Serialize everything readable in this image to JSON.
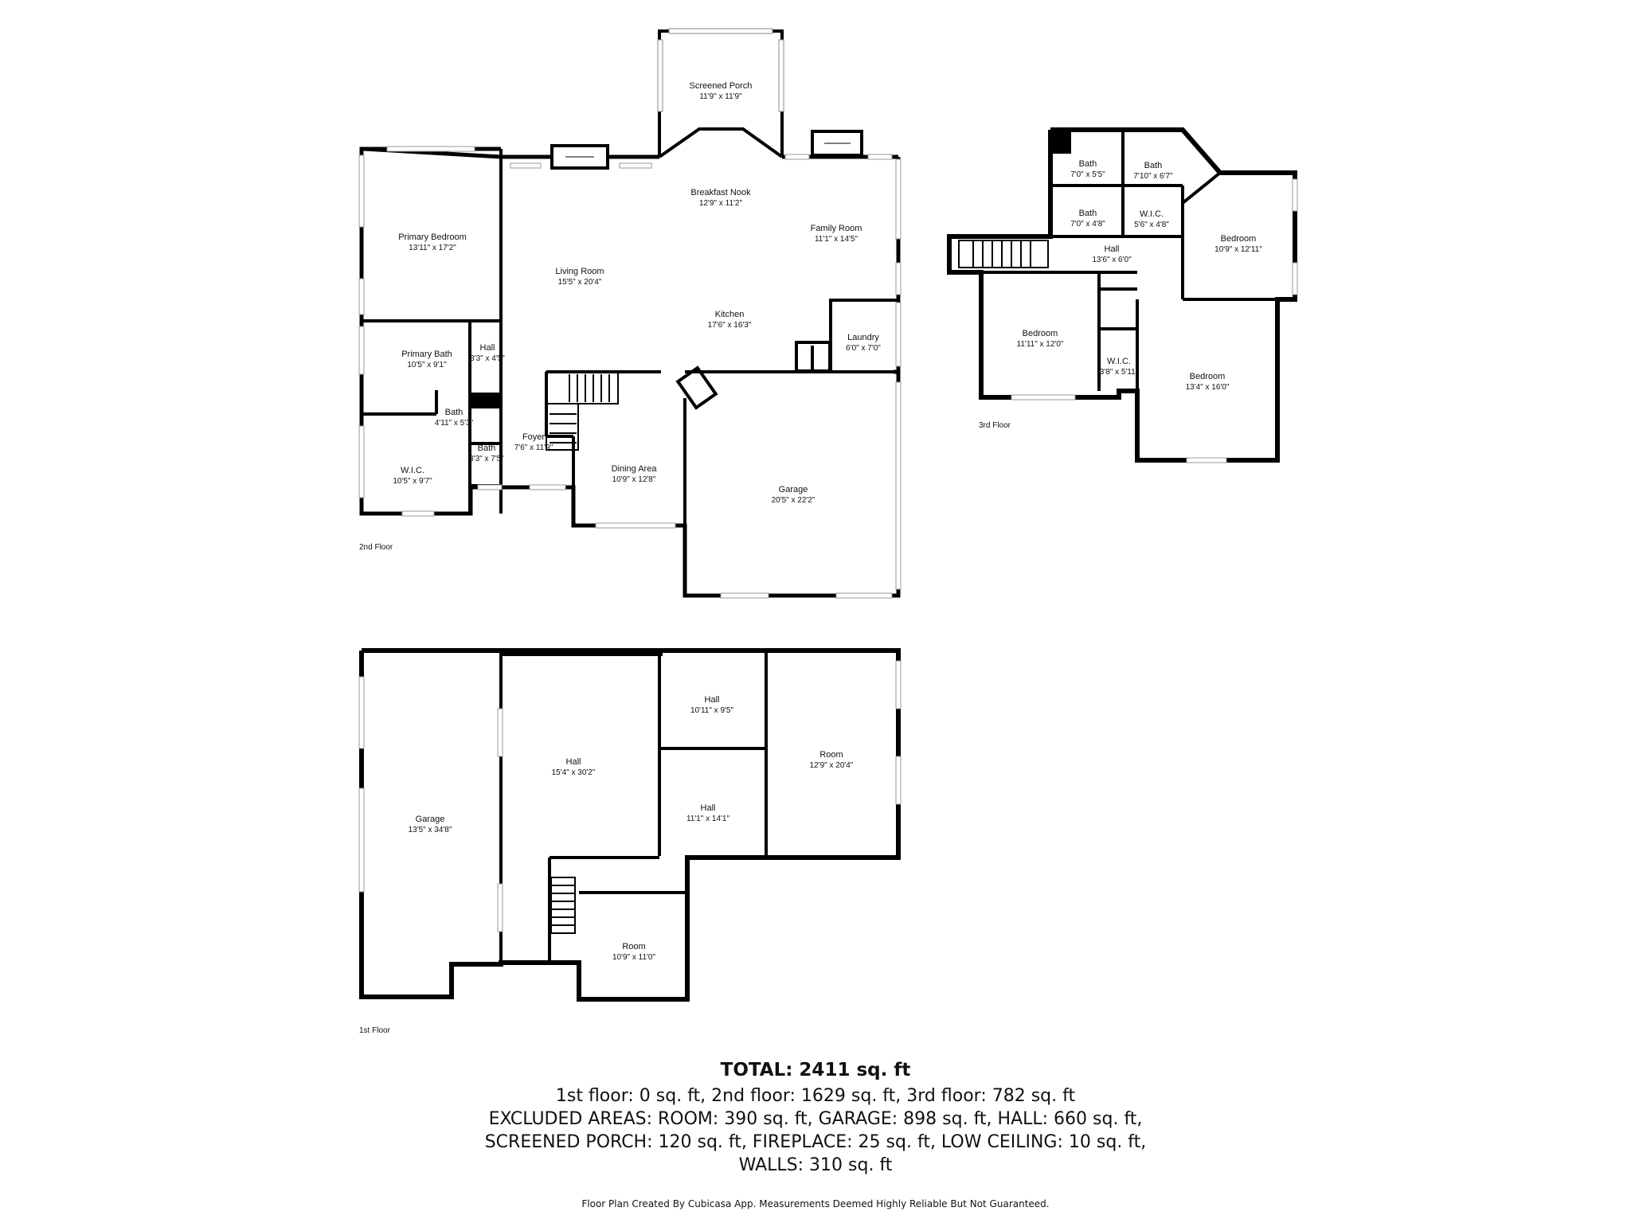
{
  "floors": {
    "second": {
      "label": "2nd Floor",
      "rooms": {
        "screened_porch": {
          "name": "Screened Porch",
          "dim": "11'9\" x 11'9\""
        },
        "breakfast_nook": {
          "name": "Breakfast Nook",
          "dim": "12'9\" x 11'2\""
        },
        "family_room": {
          "name": "Family Room",
          "dim": "11'1\" x 14'5\""
        },
        "primary_bedroom": {
          "name": "Primary Bedroom",
          "dim": "13'11\" x 17'2\""
        },
        "living_room": {
          "name": "Living Room",
          "dim": "15'5\" x 20'4\""
        },
        "kitchen": {
          "name": "Kitchen",
          "dim": "17'6\" x 16'3\""
        },
        "laundry": {
          "name": "Laundry",
          "dim": "6'0\" x 7'0\""
        },
        "primary_bath": {
          "name": "Primary Bath",
          "dim": "10'5\" x 9'1\""
        },
        "hall": {
          "name": "Hall",
          "dim": "3'3\" x 4'5\""
        },
        "bath_small": {
          "name": "Bath",
          "dim": "4'11\" x 5'3\""
        },
        "bath_2": {
          "name": "Bath",
          "dim": "3'3\" x 7'5\""
        },
        "foyer": {
          "name": "Foyer",
          "dim": "7'6\" x 11'9\""
        },
        "wic": {
          "name": "W.I.C.",
          "dim": "10'5\" x 9'7\""
        },
        "dining_area": {
          "name": "Dining Area",
          "dim": "10'9\" x 12'8\""
        },
        "garage": {
          "name": "Garage",
          "dim": "20'5\" x 22'2\""
        }
      }
    },
    "third": {
      "label": "3rd Floor",
      "rooms": {
        "bath_a": {
          "name": "Bath",
          "dim": "7'0\" x 5'5\""
        },
        "bath_b": {
          "name": "Bath",
          "dim": "7'10\" x 6'7\""
        },
        "bath_c": {
          "name": "Bath",
          "dim": "7'0\" x 4'8\""
        },
        "wic_a": {
          "name": "W.I.C.",
          "dim": "5'6\" x 4'8\""
        },
        "bedroom_a": {
          "name": "Bedroom",
          "dim": "10'9\" x 12'11\""
        },
        "hall": {
          "name": "Hall",
          "dim": "13'6\" x 6'0\""
        },
        "bedroom_b": {
          "name": "Bedroom",
          "dim": "11'11\" x 12'0\""
        },
        "wic_b": {
          "name": "W.I.C.",
          "dim": "3'8\" x 5'11\""
        },
        "bedroom_c": {
          "name": "Bedroom",
          "dim": "13'4\" x 16'0\""
        }
      }
    },
    "first": {
      "label": "1st Floor",
      "rooms": {
        "garage": {
          "name": "Garage",
          "dim": "13'5\" x 34'8\""
        },
        "hall_big": {
          "name": "Hall",
          "dim": "15'4\" x 30'2\""
        },
        "hall_top": {
          "name": "Hall",
          "dim": "10'11\" x 9'5\""
        },
        "room_right": {
          "name": "Room",
          "dim": "12'9\" x 20'4\""
        },
        "hall_mid": {
          "name": "Hall",
          "dim": "11'1\" x 14'1\""
        },
        "room_bottom": {
          "name": "Room",
          "dim": "10'9\" x 11'0\""
        }
      }
    }
  },
  "summary": {
    "total": "TOTAL: 2411 sq. ft",
    "line1": "1st floor: 0 sq. ft, 2nd floor: 1629 sq. ft, 3rd floor: 782 sq. ft",
    "line2": "EXCLUDED AREAS: ROOM: 390 sq. ft, GARAGE: 898 sq. ft, HALL: 660 sq. ft,",
    "line3": "SCREENED PORCH: 120 sq. ft, FIREPLACE: 25 sq. ft, LOW CEILING: 10 sq. ft,",
    "line4": "WALLS: 310 sq. ft"
  },
  "footer": "Floor Plan Created By Cubicasa App. Measurements Deemed Highly Reliable But Not Guaranteed."
}
